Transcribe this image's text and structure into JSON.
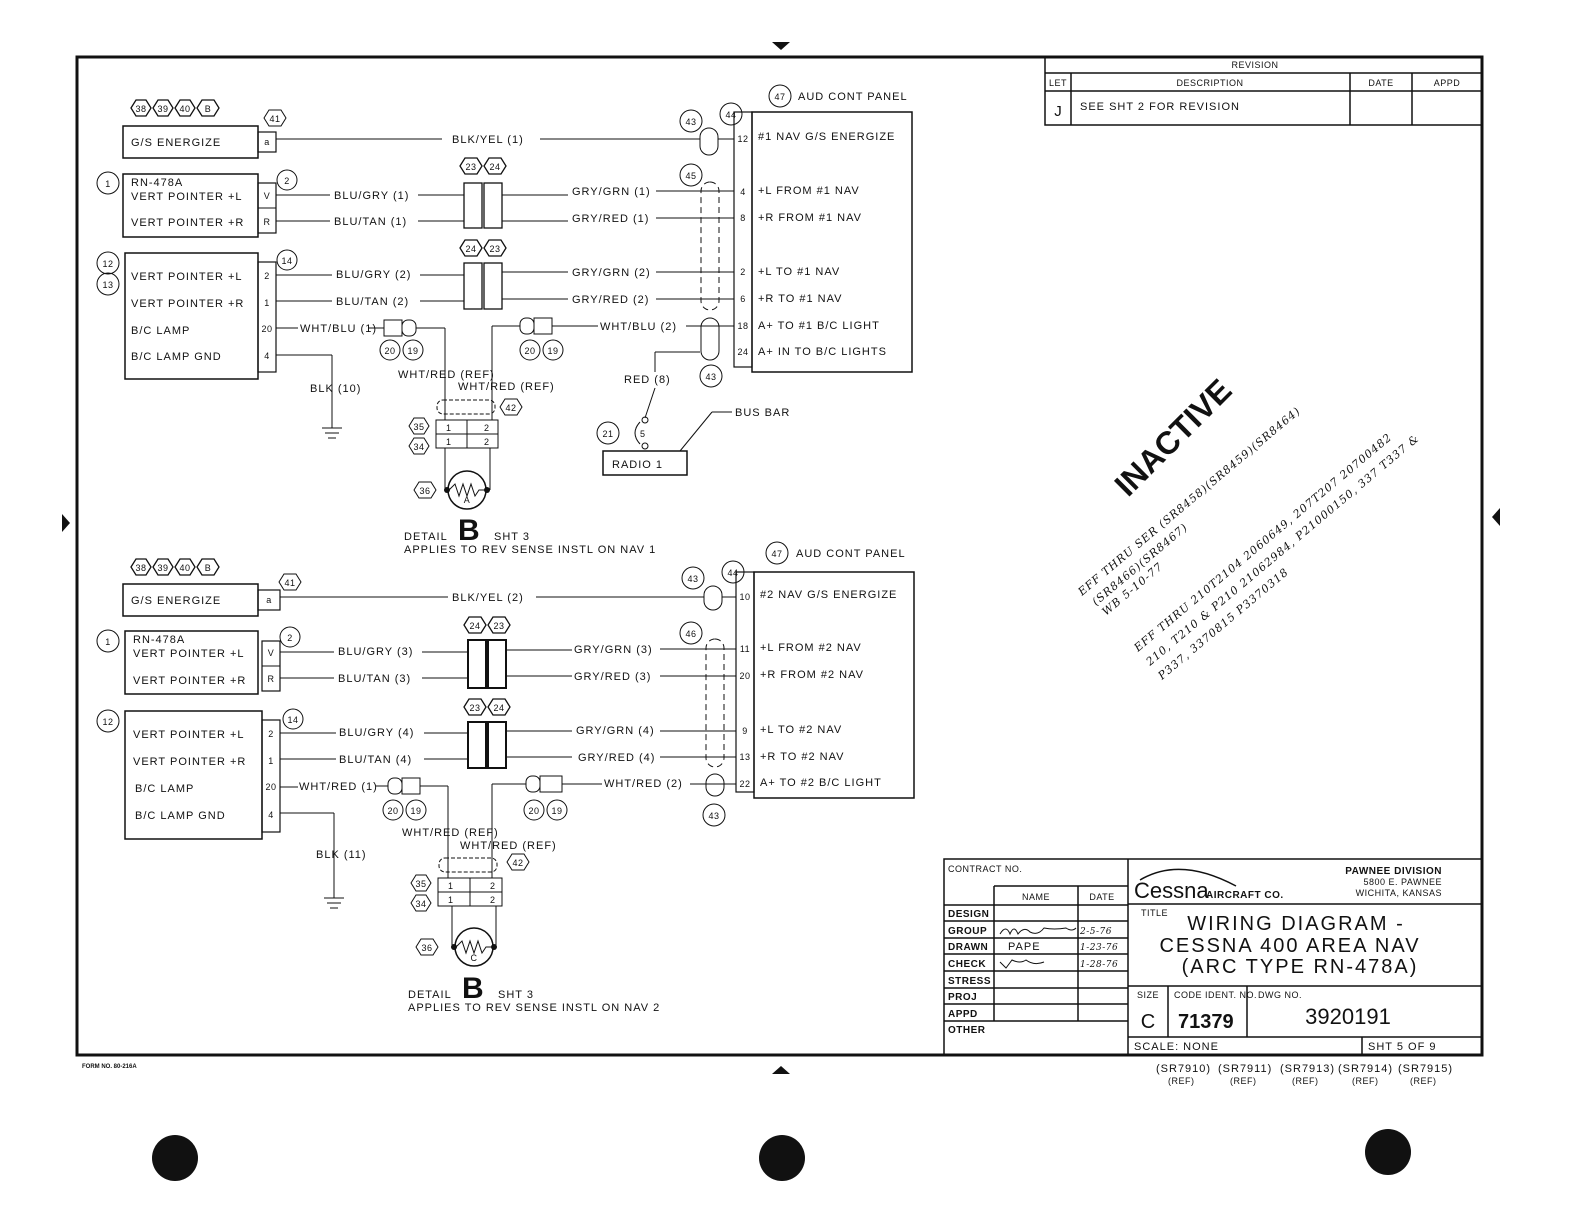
{
  "revision": {
    "header": "REVISION",
    "col_let": "LET",
    "col_description": "DESCRIPTION",
    "col_date": "DATE",
    "col_appd": "APPD",
    "letter": "J",
    "description": "SEE SHT 2 FOR REVISION"
  },
  "nav1": {
    "refs_top": [
      "38",
      "39",
      "40",
      "B"
    ],
    "gs_label": "G/S ENERGIZE",
    "gs_pin": "a",
    "rn_label": "RN-478A",
    "vp_l": "VERT POINTER +L",
    "vp_r": "VERT POINTER +R",
    "pin_v": "V",
    "pin_r": "R",
    "box3_rows": [
      "VERT POINTER +L",
      "VERT POINTER +R",
      "B/C LAMP",
      "B/C LAMP GND"
    ],
    "box3_pins": [
      "2",
      "1",
      "20",
      "4"
    ],
    "wire_gs": "BLK/YEL (1)",
    "wire_blu_gry_1": "BLU/GRY (1)",
    "wire_blu_tan_1": "BLU/TAN (1)",
    "wire_gry_grn_1": "GRY/GRN (1)",
    "wire_gry_red_1": "GRY/RED (1)",
    "wire_blu_gry_2": "BLU/GRY (2)",
    "wire_blu_tan_2": "BLU/TAN (2)",
    "wire_gry_grn_2": "GRY/GRN (2)",
    "wire_gry_red_2": "GRY/RED (2)",
    "wire_wht_blu_1": "WHT/BLU (1)",
    "wire_wht_blu_2": "WHT/BLU (2)",
    "wire_blk": "BLK (10)",
    "wire_wht_red_ref_a": "WHT/RED (REF)",
    "wire_wht_red_ref_b": "WHT/RED (REF)",
    "wire_red": "RED (8)",
    "bus_bar": "BUS BAR",
    "radio": "RADIO 1",
    "panel_title": "AUD CONT PANEL",
    "panel_pins": [
      "12",
      "4",
      "8",
      "2",
      "6",
      "18",
      "24"
    ],
    "panel_rows": [
      "#1 NAV G/S ENERGIZE",
      "+L FROM #1 NAV",
      "+R FROM #1 NAV",
      "+L TO #1 NAV",
      "+R TO #1 NAV",
      "A+ TO #1 B/C LIGHT",
      "A+ IN TO B/C LIGHTS"
    ],
    "detail_label": "DETAIL",
    "detail_letter": "B",
    "detail_sheet": "SHT 3",
    "detail_note": "APPLIES TO REV SENSE INSTL ON NAV 1",
    "lamp": "A"
  },
  "nav2": {
    "refs_top": [
      "38",
      "39",
      "40",
      "B"
    ],
    "gs_label": "G/S ENERGIZE",
    "gs_pin": "a",
    "rn_label": "RN-478A",
    "vp_l": "VERT POINTER +L",
    "vp_r": "VERT POINTER +R",
    "pin_v": "V",
    "pin_r": "R",
    "box3_rows": [
      "VERT POINTER +L",
      "VERT POINTER +R",
      "B/C LAMP",
      "B/C LAMP GND"
    ],
    "box3_pins": [
      "2",
      "1",
      "20",
      "4"
    ],
    "wire_gs": "BLK/YEL (2)",
    "wire_blu_gry_3": "BLU/GRY (3)",
    "wire_blu_tan_3": "BLU/TAN (3)",
    "wire_gry_grn_3": "GRY/GRN (3)",
    "wire_gry_red_3": "GRY/RED (3)",
    "wire_blu_gry_4": "BLU/GRY (4)",
    "wire_blu_tan_4": "BLU/TAN (4)",
    "wire_gry_grn_4": "GRY/GRN (4)",
    "wire_gry_red_4": "GRY/RED (4)",
    "wire_wht_red_1": "WHT/RED (1)",
    "wire_wht_red_2": "WHT/RED (2)",
    "wire_blk": "BLK (11)",
    "wire_wht_red_ref_a": "WHT/RED (REF)",
    "wire_wht_red_ref_b": "WHT/RED (REF)",
    "panel_title": "AUD CONT PANEL",
    "panel_pins": [
      "10",
      "11",
      "20",
      "9",
      "13",
      "22"
    ],
    "panel_rows": [
      "#2 NAV G/S ENERGIZE",
      "+L FROM #2 NAV",
      "+R FROM #2 NAV",
      "+L TO #2 NAV",
      "+R TO #2 NAV",
      "A+ TO #2 B/C LIGHT"
    ],
    "detail_label": "DETAIL",
    "detail_letter": "B",
    "detail_sheet": "SHT 3",
    "detail_note": "APPLIES TO REV SENSE INSTL ON NAV 2",
    "lamp": "C"
  },
  "stamp": {
    "inactive": "INACTIVE",
    "line1": "EFF THRU SER (SR8458)(SR8459)(SR8464)",
    "line2": "(SR8466)(SR8467)",
    "line3": "WB 5-10-77",
    "line4": "EFF THRU 210T2104 2060649, 207T207 20700482",
    "line5": "210, T210 & P210 21062984, P21000150, 337 T337 &",
    "line6": "P337, 3370815 P3370318"
  },
  "title_block": {
    "contract": "CONTRACT NO.",
    "col_name": "NAME",
    "col_date": "DATE",
    "rows": [
      "DESIGN",
      "GROUP",
      "DRAWN",
      "CHECK",
      "STRESS",
      "PROJ",
      "APPD",
      "OTHER"
    ],
    "drawn_name": "PAPE",
    "dates": [
      "2-5-76",
      "1-23-76",
      "1-28-76"
    ],
    "company": "Cessna",
    "company_suffix": "AIRCRAFT CO.",
    "division": "PAWNEE DIVISION",
    "address1": "5800 E. PAWNEE",
    "address2": "WICHITA, KANSAS",
    "title_label": "TITLE",
    "title1": "WIRING DIAGRAM -",
    "title2": "CESSNA 400 AREA NAV",
    "title3": "(ARC TYPE RN-478A)",
    "size_label": "SIZE",
    "size": "C",
    "code_ident_label": "CODE IDENT. NO.",
    "code_ident": "71379",
    "dwg_label": "DWG NO.",
    "dwg_no": "3920191",
    "scale": "SCALE: NONE",
    "sheet": "SHT 5 OF 9"
  },
  "form_no": "FORM NO. 80-216A",
  "ref_serials": [
    "(SR7910)",
    "(SR7911)",
    "(SR7913)",
    "(SR7914)",
    "(SR7915)"
  ],
  "ref_tag": "(REF)"
}
